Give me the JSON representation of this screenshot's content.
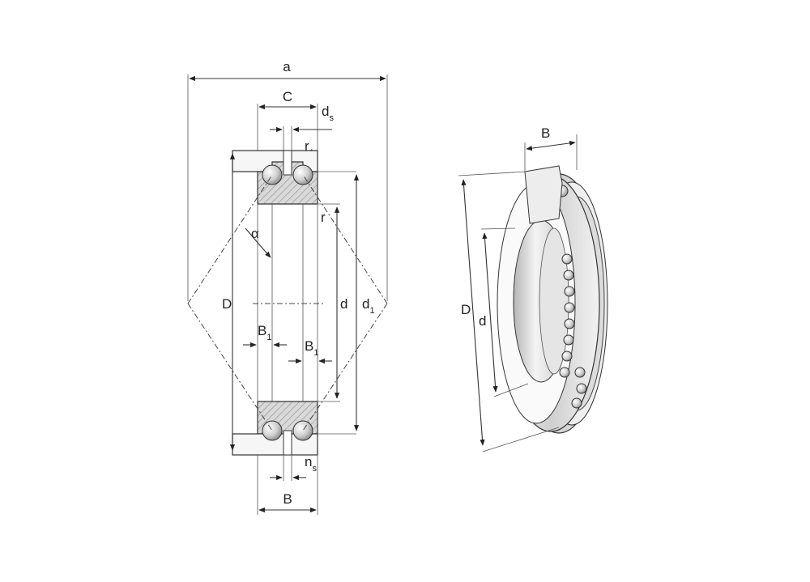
{
  "section_view": {
    "labels": {
      "a": "a",
      "C": "C",
      "ds": "d",
      "ds_sub": "s",
      "r1": "r",
      "r1_sub": "1",
      "r": "r",
      "alpha": "α",
      "D": "D",
      "d": "d",
      "d1": "d",
      "d1_sub": "1",
      "B1_left": "B",
      "B1_left_sub": "1",
      "B1_right": "B",
      "B1_right_sub": "1",
      "ns": "n",
      "ns_sub": "s",
      "B": "B"
    }
  },
  "perspective_view": {
    "labels": {
      "B": "B",
      "D": "D",
      "d": "d"
    }
  }
}
